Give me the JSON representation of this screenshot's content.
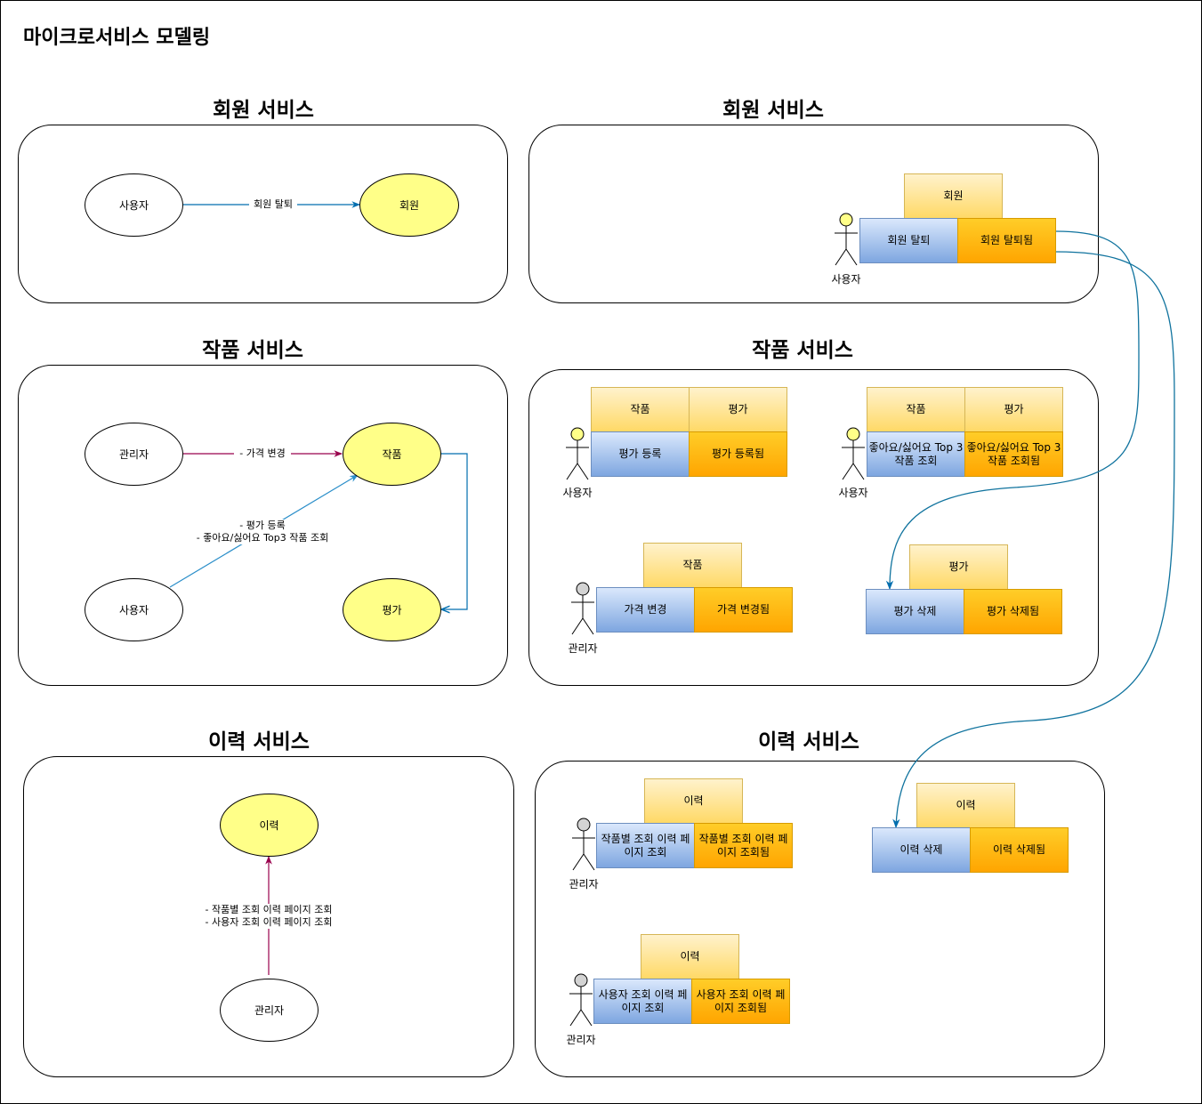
{
  "page": {
    "title": "마이크로서비스 모델링"
  },
  "sections": {
    "member_left_title": "회원 서비스",
    "member_right_title": "회원 서비스",
    "work_left_title": "작품 서비스",
    "work_right_title": "작품 서비스",
    "history_left_title": "이력 서비스",
    "history_right_title": "이력 서비스"
  },
  "member_left": {
    "user": "사용자",
    "member": "회원",
    "edge": "회원 탈퇴"
  },
  "member_right": {
    "aggregate": "회원",
    "command": "회원 탈퇴",
    "event": "회원 탈퇴됨",
    "actor": "사용자"
  },
  "work_left": {
    "admin": "관리자",
    "user": "사용자",
    "work": "작품",
    "rating": "평가",
    "edge_admin": "- 가격 변경",
    "edge_user_line1": "- 평가 등록",
    "edge_user_line2": "- 좋아요/싫어요 Top3 작품 조회"
  },
  "work_right": {
    "g1": {
      "agg1": "작품",
      "agg2": "평가",
      "command": "평가 등록",
      "event": "평가 등록됨",
      "actor": "사용자"
    },
    "g2": {
      "agg1": "작품",
      "agg2": "평가",
      "command": "좋아요/싫어요 Top 3 작품 조회",
      "event": "좋아요/싫어요 Top 3 작품 조회됨",
      "actor": "사용자"
    },
    "g3": {
      "agg": "작품",
      "command": "가격 변경",
      "event": "가격 변경됨",
      "actor": "관리자"
    },
    "g4": {
      "agg": "평가",
      "command": "평가 삭제",
      "event": "평가 삭제됨"
    }
  },
  "history_left": {
    "history": "이력",
    "admin": "관리자",
    "edge_line1": "- 작품별 조회 이력 페이지 조회",
    "edge_line2": "- 사용자 조회 이력 페이지 조회"
  },
  "history_right": {
    "g1": {
      "agg": "이력",
      "command": "작품별 조회 이력 페이지 조회",
      "event": "작품별 조회 이력 페이지 조회됨",
      "actor": "관리자"
    },
    "g2": {
      "agg": "이력",
      "command": "이력 삭제",
      "event": "이력 삭제됨"
    },
    "g3": {
      "agg": "이력",
      "command": "사용자 조회 이력 페이지 조회",
      "event": "사용자 조회 이력 페이지 조회됨",
      "actor": "관리자"
    }
  },
  "colors": {
    "aggregate": "#ffe599",
    "command": "#9fbde8",
    "event": "#ffb619",
    "entity_yellow": "#ffff88",
    "edge_blue": "#006eaf",
    "edge_crimson": "#99004d",
    "edge_lightblue": "#1ba1e2",
    "actor_gray": "#d3d3d3",
    "actor_yellow": "#ffff88"
  },
  "icons": [
    "actor-icon"
  ]
}
